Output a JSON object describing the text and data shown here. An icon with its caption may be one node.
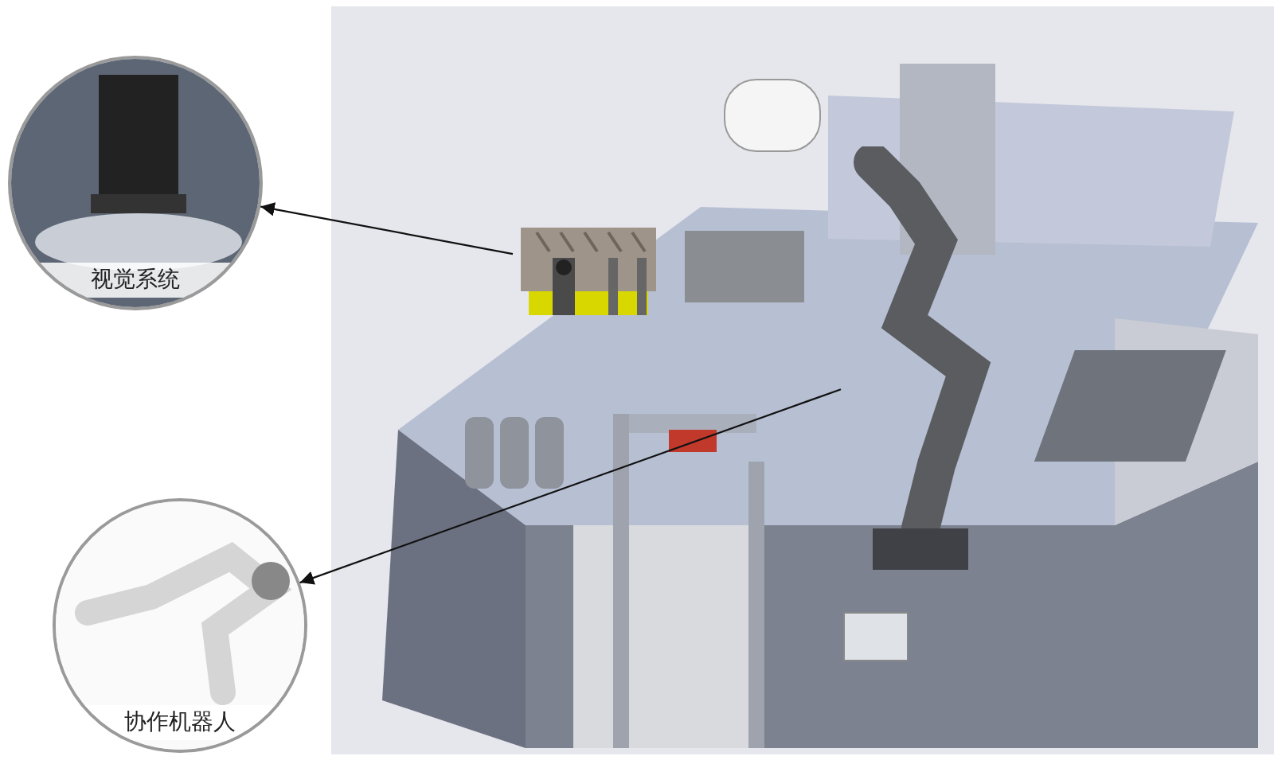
{
  "diagram": {
    "nodes": [
      {
        "text": [
          "视觉系统"
        ]
      },
      {
        "text": [
          "协作机器人"
        ]
      },
      {
        "text": [],
        "shape": "picture"
      },
      {
        "text": [],
        "shape": "picture"
      }
    ],
    "edges": [
      {
        "from": 2,
        "to": 0,
        "arrow": "to"
      },
      {
        "from": 3,
        "to": 1,
        "arrow": "to"
      }
    ]
  }
}
